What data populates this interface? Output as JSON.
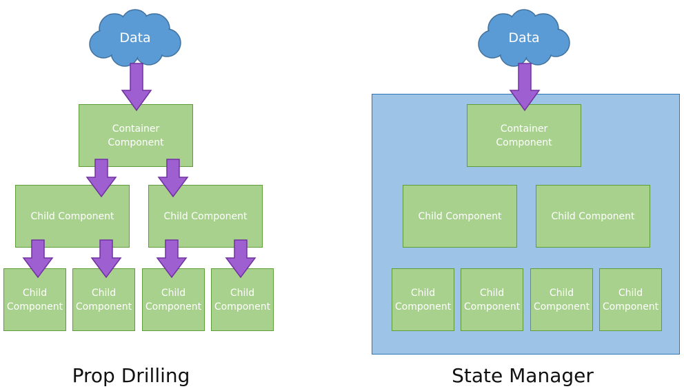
{
  "colors": {
    "cloud": "#5b9bd5",
    "box_fill": "#a9d18e",
    "box_border": "#5e9c3a",
    "arrow": "#9e5fd1",
    "panel": "#9dc3e6"
  },
  "left": {
    "data_label": "Data",
    "container_label": "Container\nComponent",
    "child_labels": [
      "Child Component",
      "Child Component"
    ],
    "leaf_labels": [
      "Child\nComponent",
      "Child\nComponent",
      "Child\nComponent",
      "Child\nComponent"
    ],
    "caption": "Prop Drilling"
  },
  "right": {
    "data_label": "Data",
    "container_label": "Container\nComponent",
    "child_labels": [
      "Child Component",
      "Child Component"
    ],
    "leaf_labels": [
      "Child\nComponent",
      "Child\nComponent",
      "Child\nComponent",
      "Child\nComponent"
    ],
    "caption": "State Manager"
  }
}
